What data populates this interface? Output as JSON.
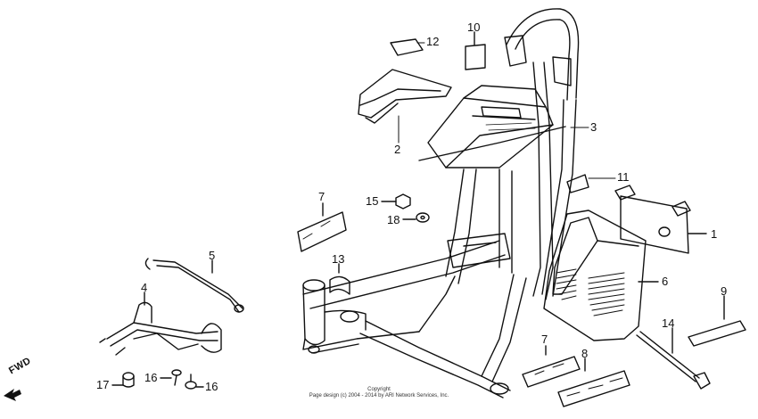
{
  "labels": {
    "p1": "1",
    "p2": "2",
    "p3": "3",
    "p4": "4",
    "p5": "5",
    "p6": "6",
    "p7a": "7",
    "p7b": "7",
    "p8": "8",
    "p9": "9",
    "p10": "10",
    "p11": "11",
    "p12": "12",
    "p13": "13",
    "p14": "14",
    "p15": "15",
    "p16a": "16",
    "p16b": "16",
    "p17": "17",
    "p18": "18"
  },
  "fwd": "FWD",
  "copyright": {
    "line1": "Copyright",
    "line2": "Page design (c) 2004 - 2014 by ARI Network Services, Inc."
  }
}
